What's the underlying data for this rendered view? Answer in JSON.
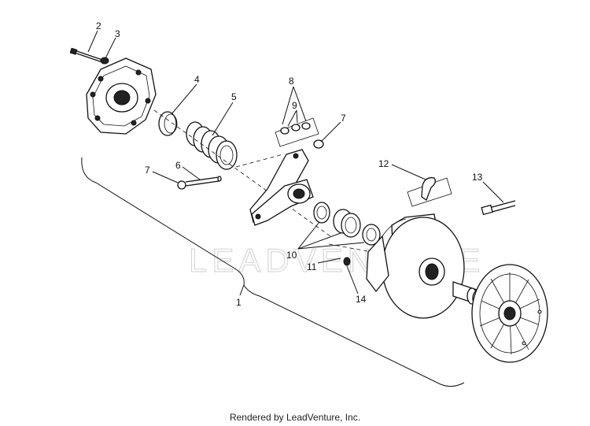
{
  "watermark": "LEADVENTURE",
  "footer": "Rendered by LeadVenture, Inc.",
  "callouts": {
    "c1": "1",
    "c2": "2",
    "c3": "3",
    "c4": "4",
    "c5": "5",
    "c6": "6",
    "c7a": "7",
    "c7b": "7",
    "c8": "8",
    "c9": "9",
    "c10": "10",
    "c11": "11",
    "c12": "12",
    "c13": "13",
    "c14": "14"
  }
}
